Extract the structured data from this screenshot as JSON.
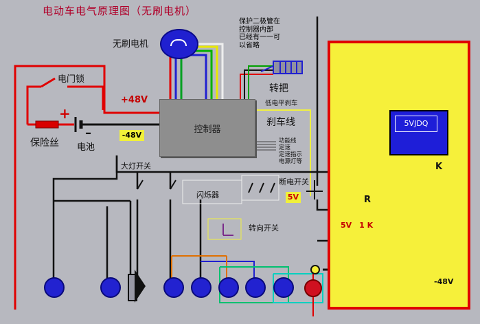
{
  "title": "电动车电气原理图（无刷电机）",
  "labels": {
    "motor": "无刷电机",
    "controller": "控制器",
    "door_lock": "电门锁",
    "fuse": "保险丝",
    "battery": "电池",
    "plus48": "+48V",
    "minus48": "-48V",
    "throttle": "转把",
    "low_level_brake": "低电平刹车",
    "brake_wire": "刹车线",
    "function_wires": "功能线\n定速\n定速指示\n电源灯等",
    "headlight_switch": "大灯开关",
    "flasher": "闪烁器",
    "turn_switch": "转向开关",
    "cutoff_switch": "断电开关",
    "five_v": "5V",
    "resistor_label": "R",
    "resistor_value": "5V　1 K",
    "relay_name": "5VJDQ",
    "transistor_k": "K",
    "minus48_bottom": "-48V",
    "diode_note": "保护二极管在\n控制器内部\n已经有一一可\n以省略"
  },
  "colors": {
    "wire_red": "#e00000",
    "wire_black": "#111111",
    "yellow_panel": "#f6f03a",
    "relay_blue": "#1e1ed8",
    "lamp_blue": "#2222d0",
    "lamp_red": "#d01020"
  }
}
